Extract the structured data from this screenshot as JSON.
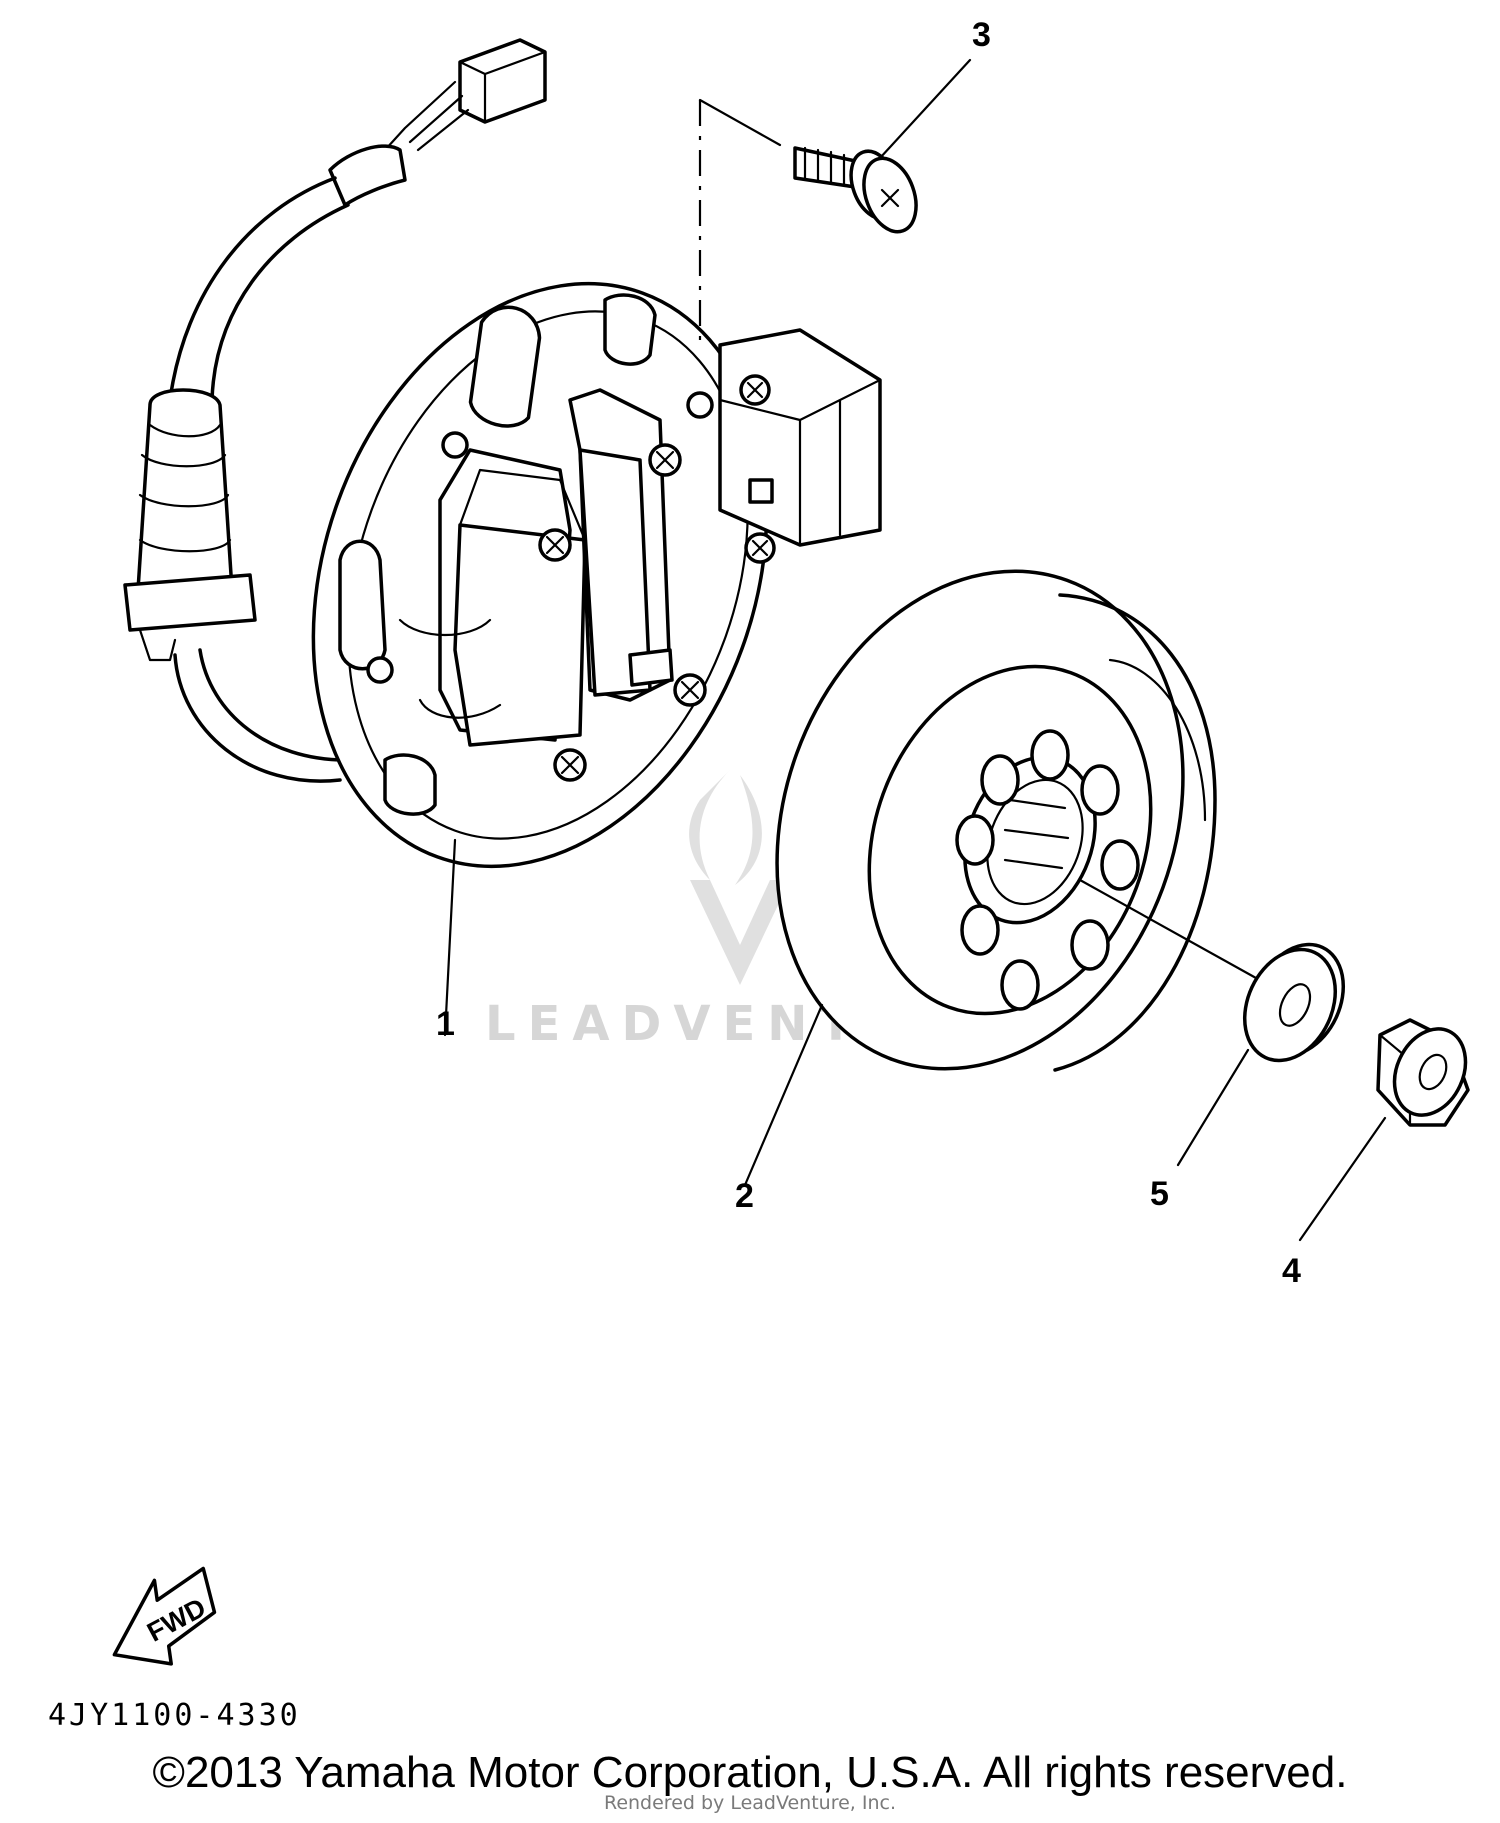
{
  "diagram": {
    "callouts": [
      {
        "id": "1",
        "label": "1"
      },
      {
        "id": "2",
        "label": "2"
      },
      {
        "id": "3",
        "label": "3"
      },
      {
        "id": "4",
        "label": "4"
      },
      {
        "id": "5",
        "label": "5"
      }
    ],
    "fwd_label": "FWD",
    "watermark": "LEADVENTURE",
    "diagram_code": "4JY1100-4330"
  },
  "footer": {
    "copyright": "©2013 Yamaha Motor Corporation, U.S.A. All rights reserved.",
    "rendered_by": "Rendered by LeadVenture, Inc."
  }
}
